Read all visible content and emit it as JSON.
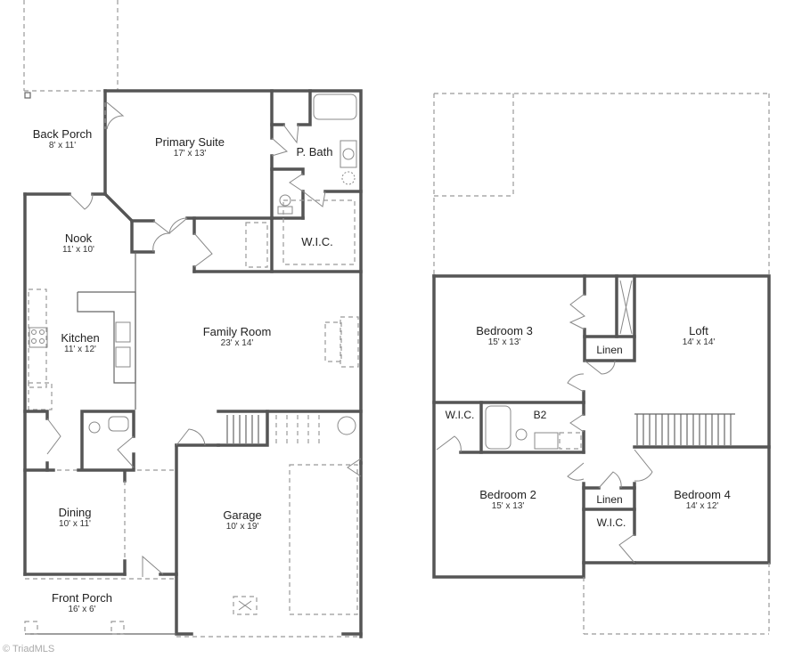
{
  "floor_plans": [
    {
      "name": "first-floor",
      "rooms": [
        {
          "name": "Back Porch",
          "dims": "8' x 11'"
        },
        {
          "name": "Primary Suite",
          "dims": "17' x 13'"
        },
        {
          "name": "P. Bath",
          "dims": ""
        },
        {
          "name": "W.I.C.",
          "dims": ""
        },
        {
          "name": "Nook",
          "dims": "11' x 10'"
        },
        {
          "name": "Kitchen",
          "dims": "11' x 12'"
        },
        {
          "name": "Family Room",
          "dims": "23' x 14'"
        },
        {
          "name": "Dining",
          "dims": "10' x 11'"
        },
        {
          "name": "Garage",
          "dims": "10' x 19'"
        },
        {
          "name": "Front Porch",
          "dims": "16' x 6'"
        }
      ]
    },
    {
      "name": "second-floor",
      "rooms": [
        {
          "name": "Bedroom 3",
          "dims": "15' x 13'"
        },
        {
          "name": "Linen",
          "dims": ""
        },
        {
          "name": "Loft",
          "dims": "14' x 14'"
        },
        {
          "name": "W.I.C.",
          "dims": ""
        },
        {
          "name": "B2",
          "dims": ""
        },
        {
          "name": "Bedroom 2",
          "dims": "15' x 13'"
        },
        {
          "name": "Linen",
          "dims": ""
        },
        {
          "name": "W.I.C.",
          "dims": ""
        },
        {
          "name": "Bedroom 4",
          "dims": "14' x 12'"
        }
      ]
    }
  ],
  "watermark": "© TriadMLS"
}
